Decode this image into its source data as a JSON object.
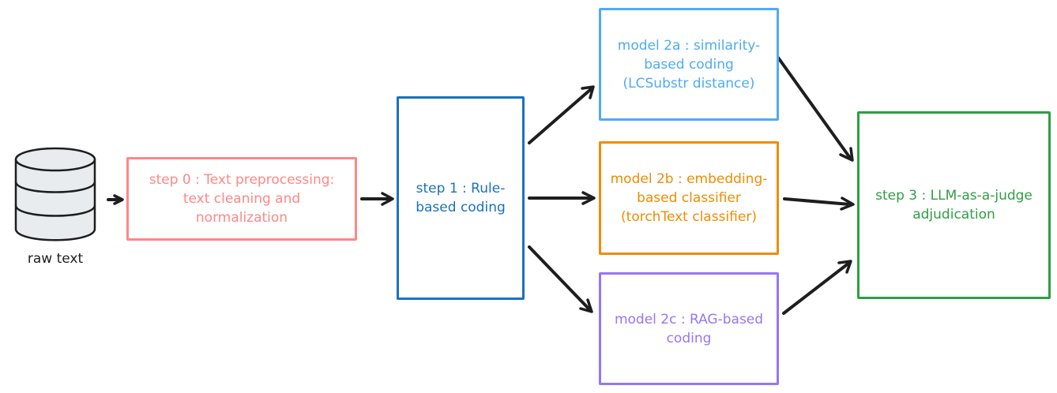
{
  "source": {
    "label": "raw text",
    "icon": "database-icon"
  },
  "nodes": {
    "step0": {
      "text": "step 0 : Text preprocessing:\ntext cleaning and\nnormalization",
      "color": "#ff8787"
    },
    "step1": {
      "text": "step 1 : Rule-\nbased coding",
      "color": "#1971c2"
    },
    "model2a": {
      "text": "model 2a : similarity-\nbased coding\n(LCSubstr distance)",
      "color": "#4dabf7"
    },
    "model2b": {
      "text": "model 2b : embedding-\nbased classifier\n(torchText classifier)",
      "color": "#f08c00"
    },
    "model2c": {
      "text": "model 2c : RAG-based\ncoding",
      "color": "#9775fa"
    },
    "step3": {
      "text": "step 3 : LLM-as-a-judge\nadjudication",
      "color": "#2f9e44"
    }
  },
  "edges": [
    {
      "from": "raw text",
      "to": "step 0"
    },
    {
      "from": "step 0",
      "to": "step 1"
    },
    {
      "from": "step 1",
      "to": "model 2a"
    },
    {
      "from": "step 1",
      "to": "model 2b"
    },
    {
      "from": "step 1",
      "to": "model 2c"
    },
    {
      "from": "model 2a",
      "to": "step 3"
    },
    {
      "from": "model 2b",
      "to": "step 3"
    },
    {
      "from": "model 2c",
      "to": "step 3"
    }
  ],
  "colors": {
    "arrow": "#1e1e1e",
    "database_fill": "#e9ecef",
    "database_stroke": "#1e1e1e"
  }
}
